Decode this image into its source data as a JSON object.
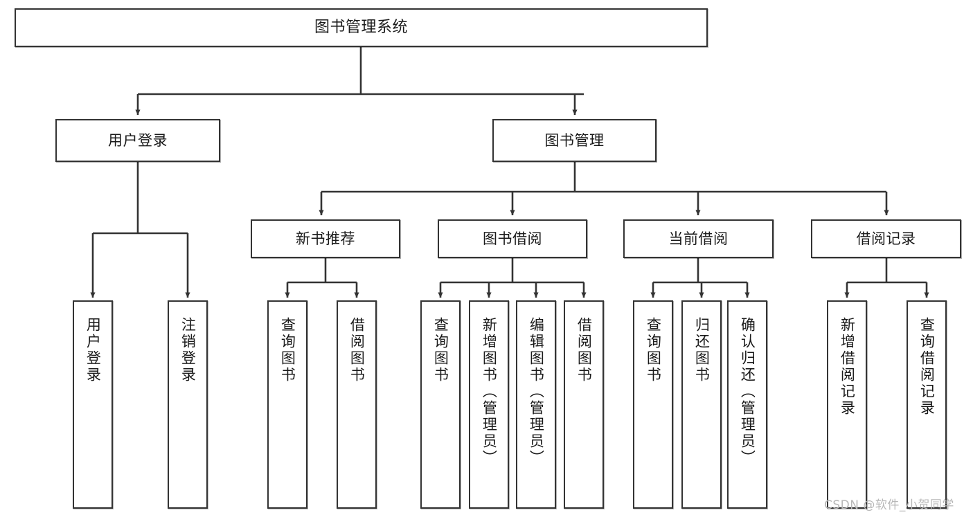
{
  "diagram": {
    "type": "tree-hierarchy-chart",
    "title": "图书管理系统",
    "root": {
      "label": "图书管理系统"
    },
    "level2": [
      {
        "label": "用户登录"
      },
      {
        "label": "图书管理"
      }
    ],
    "level3": [
      {
        "label": "新书推荐",
        "parent": "图书管理"
      },
      {
        "label": "图书借阅",
        "parent": "图书管理"
      },
      {
        "label": "当前借阅",
        "parent": "图书管理"
      },
      {
        "label": "借阅记录",
        "parent": "图书管理"
      }
    ],
    "leaves": [
      {
        "label": "用户登录",
        "parent": "用户登录"
      },
      {
        "label": "注销登录",
        "parent": "用户登录"
      },
      {
        "label": "查询图书",
        "parent": "新书推荐"
      },
      {
        "label": "借阅图书",
        "parent": "新书推荐"
      },
      {
        "label": "查询图书",
        "parent": "图书借阅"
      },
      {
        "label": "新增图书（管理员）",
        "parent": "图书借阅"
      },
      {
        "label": "编辑图书（管理员）",
        "parent": "图书借阅"
      },
      {
        "label": "借阅图书",
        "parent": "图书借阅"
      },
      {
        "label": "查询图书",
        "parent": "当前借阅"
      },
      {
        "label": "归还图书",
        "parent": "当前借阅"
      },
      {
        "label": "确认归还（管理员）",
        "parent": "当前借阅"
      },
      {
        "label": "新增借阅记录",
        "parent": "借阅记录"
      },
      {
        "label": "查询借阅记录",
        "parent": "借阅记录"
      }
    ],
    "watermark": "CSDN @软件_小贺同学",
    "colors": {
      "stroke": "#333333",
      "fill": "#ffffff",
      "text": "#1a1a1a",
      "watermark": "#b8b8b8"
    }
  }
}
